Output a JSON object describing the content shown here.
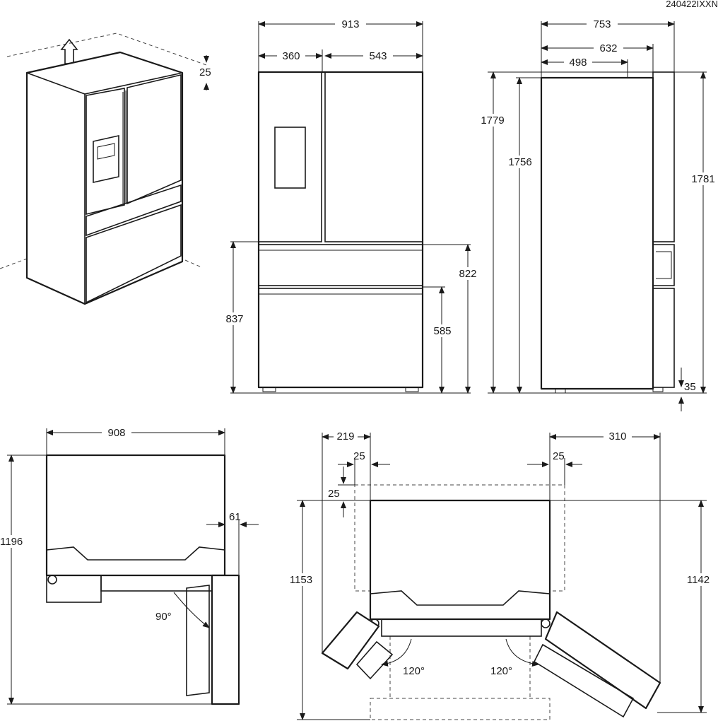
{
  "drawing_code": "240422IXXN",
  "labels": {
    "clearance_top": "25",
    "width_total": "913",
    "door_left": "360",
    "door_right": "543",
    "lower_height": "837",
    "drawer_height": "822",
    "freezer_height": "585",
    "side_depth_total": "753",
    "side_depth_door": "632",
    "side_depth_body": "498",
    "side_height_total": "1779",
    "side_height_body": "1756",
    "side_height_right": "1781",
    "side_feet": "35",
    "plan_width": "908",
    "plan_depth": "1196",
    "plan_gap": "61",
    "plan_angle": "90°",
    "open_left": "219",
    "open_right": "310",
    "clear_left": "25",
    "clear_right": "25",
    "clear_back": "25",
    "open_depth_left": "1153",
    "open_depth_right": "1142",
    "angle_left": "120°",
    "angle_right": "120°"
  }
}
